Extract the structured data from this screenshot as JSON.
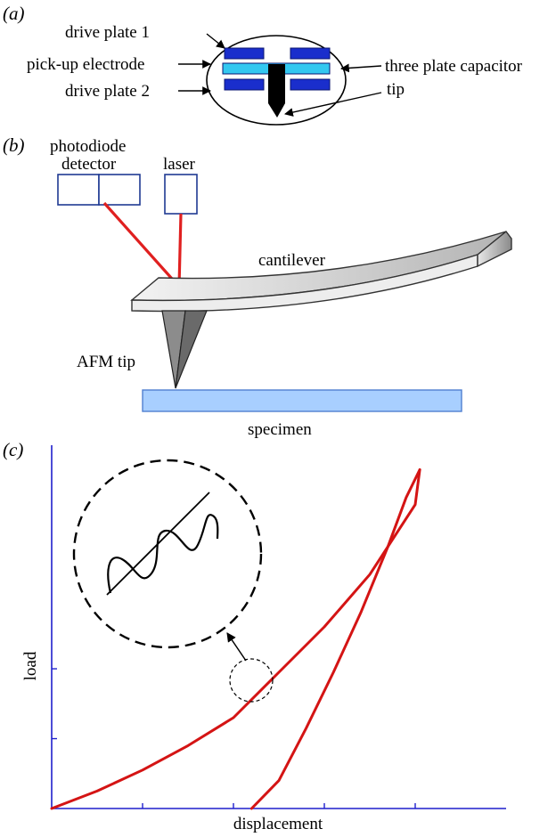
{
  "panels": {
    "a": {
      "label": "(a)",
      "drive_plate_1": "drive plate 1",
      "pickup_electrode": "pick-up electrode",
      "drive_plate_2": "drive plate 2",
      "three_plate_capacitor": "three plate capacitor",
      "tip": "tip"
    },
    "b": {
      "label": "(b)",
      "photodiode_line1": "photodiode",
      "photodiode_line2": "detector",
      "laser": "laser",
      "cantilever": "cantilever",
      "afm_tip": "AFM tip",
      "specimen": "specimen"
    },
    "c": {
      "label": "(c)",
      "ylabel": "load",
      "xlabel": "displacement"
    }
  },
  "colors": {
    "drive_plate": "#1a2ecc",
    "pickup_electrode": "#33c8f0",
    "laser_beam": "#e02020",
    "box_outline": "#1f3a93",
    "specimen_fill": "#a8cfff",
    "specimen_stroke": "#4f7fd0",
    "axis": "#1f1fcc",
    "curve": "#d41414"
  },
  "chart_data": {
    "type": "line",
    "title": "",
    "xlabel": "displacement",
    "ylabel": "load",
    "xlim": [
      0,
      5
    ],
    "ylim": [
      0,
      5.2
    ],
    "xticks": [
      1,
      2,
      3,
      4
    ],
    "yticks": [
      1,
      2
    ],
    "grid": false,
    "series": [
      {
        "x": [
          0,
          0.5,
          1,
          1.5,
          2,
          2.5,
          3,
          3.5,
          4,
          4.05
        ],
        "y": [
          0,
          0.25,
          0.55,
          0.9,
          1.3,
          1.95,
          2.6,
          3.35,
          4.35,
          4.85
        ]
      },
      {
        "x": [
          2.2,
          2.5,
          2.8,
          3.1,
          3.4,
          3.7,
          3.9,
          4.05
        ],
        "y": [
          0,
          0.4,
          1.15,
          1.95,
          2.8,
          3.75,
          4.45,
          4.85
        ]
      }
    ]
  }
}
